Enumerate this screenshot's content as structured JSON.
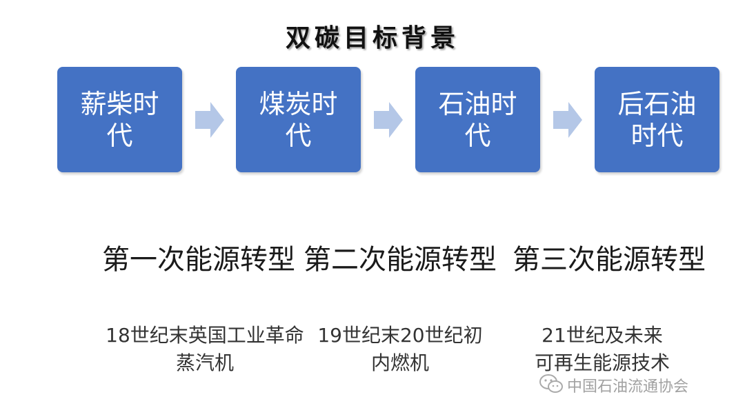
{
  "title": "双碳目标背景",
  "colors": {
    "box": "#4472c4",
    "arrow": "#b4c7e7"
  },
  "eras": [
    {
      "label": "薪柴时代"
    },
    {
      "label": "煤炭时代"
    },
    {
      "label": "石油时代"
    },
    {
      "label": "后石油时代"
    }
  ],
  "transitions": [
    {
      "title": "第一次能源转型",
      "line1": "18世纪末英国工业革命",
      "line2": "蒸汽机"
    },
    {
      "title": "第二次能源转型",
      "line1": "19世纪末20世纪初",
      "line2": "内燃机"
    },
    {
      "title": "第三次能源转型",
      "line1": "21世纪及未来",
      "line2": "可再生能源技术"
    }
  ],
  "watermark": {
    "icon": "wechat-icon",
    "text": "中国石油流通协会"
  }
}
